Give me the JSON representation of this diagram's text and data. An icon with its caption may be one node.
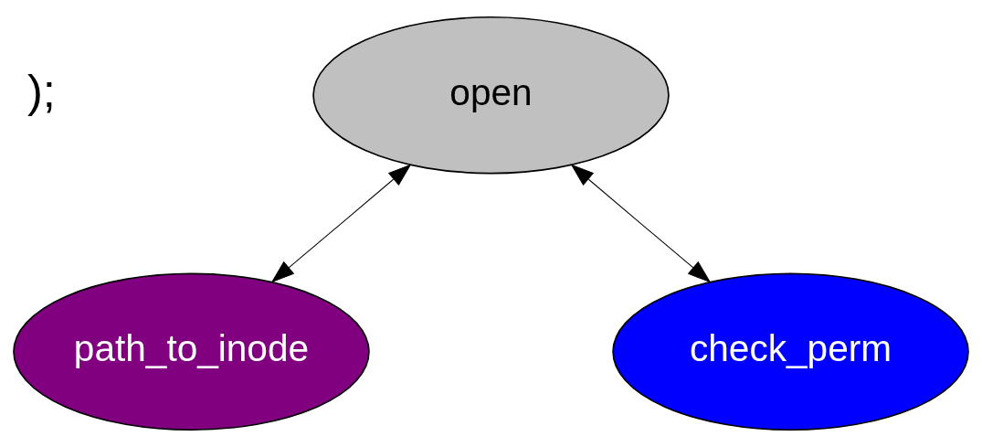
{
  "diagram": {
    "nodes": [
      {
        "text": [
          "open"
        ]
      },
      {
        "text": [
          "path_to_inode"
        ]
      },
      {
        "text": [
          "check_perm"
        ]
      }
    ],
    "edges": [
      {
        "from": 0,
        "to": 1,
        "arrow": "both"
      },
      {
        "from": 0,
        "to": 2,
        "arrow": "both"
      }
    ],
    "labels": [
      ");"
    ]
  }
}
